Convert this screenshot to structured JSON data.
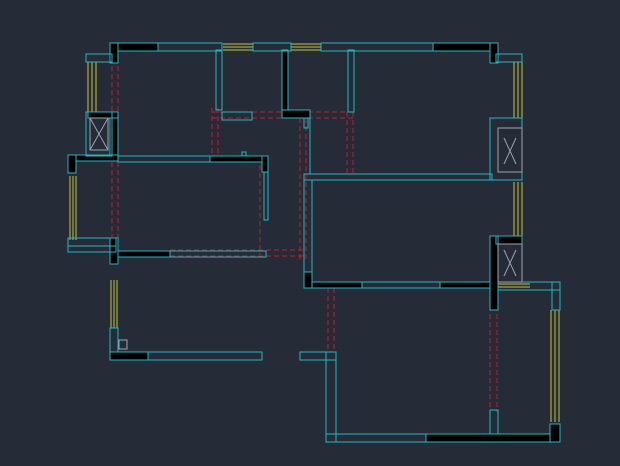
{
  "viewport": {
    "background": "#262c37"
  },
  "colors": {
    "wall_outline": "#1fb8c4",
    "wall_fill": "#000000",
    "window_glass": "#c7c436",
    "hidden_line": "#b2222d",
    "symbol": "#9aa3ad"
  },
  "drawing": {
    "kind": "architectural-floor-plan",
    "linetypes": [
      "wall",
      "wall-solid",
      "window",
      "column",
      "dashed-reference"
    ]
  }
}
